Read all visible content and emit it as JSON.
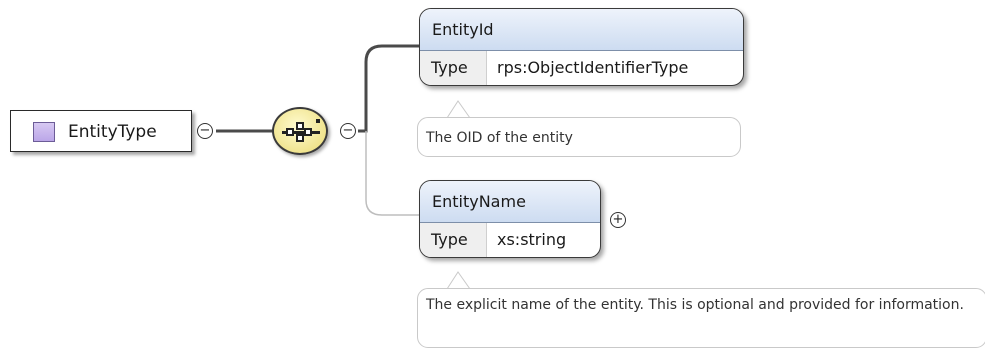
{
  "root": {
    "name": "EntityType"
  },
  "elements": [
    {
      "name": "EntityId",
      "type_label": "Type",
      "type_value": "rps:ObjectIdentifierType",
      "doc": "The OID of the entity"
    },
    {
      "name": "EntityName",
      "type_label": "Type",
      "type_value": "xs:string",
      "doc": "The explicit name of the entity. This is optional and provided for information."
    }
  ],
  "toggles": {
    "collapse": "−",
    "expand": "+"
  },
  "icons": {
    "root": "complex-type-icon",
    "compositor": "sequence-compositor-icon"
  },
  "colors": {
    "element_header_top": "#eef3fb",
    "element_header_bottom": "#cddcf1",
    "compositor_fill": "#efe28a",
    "root_swatch": "#c5b3ec"
  }
}
